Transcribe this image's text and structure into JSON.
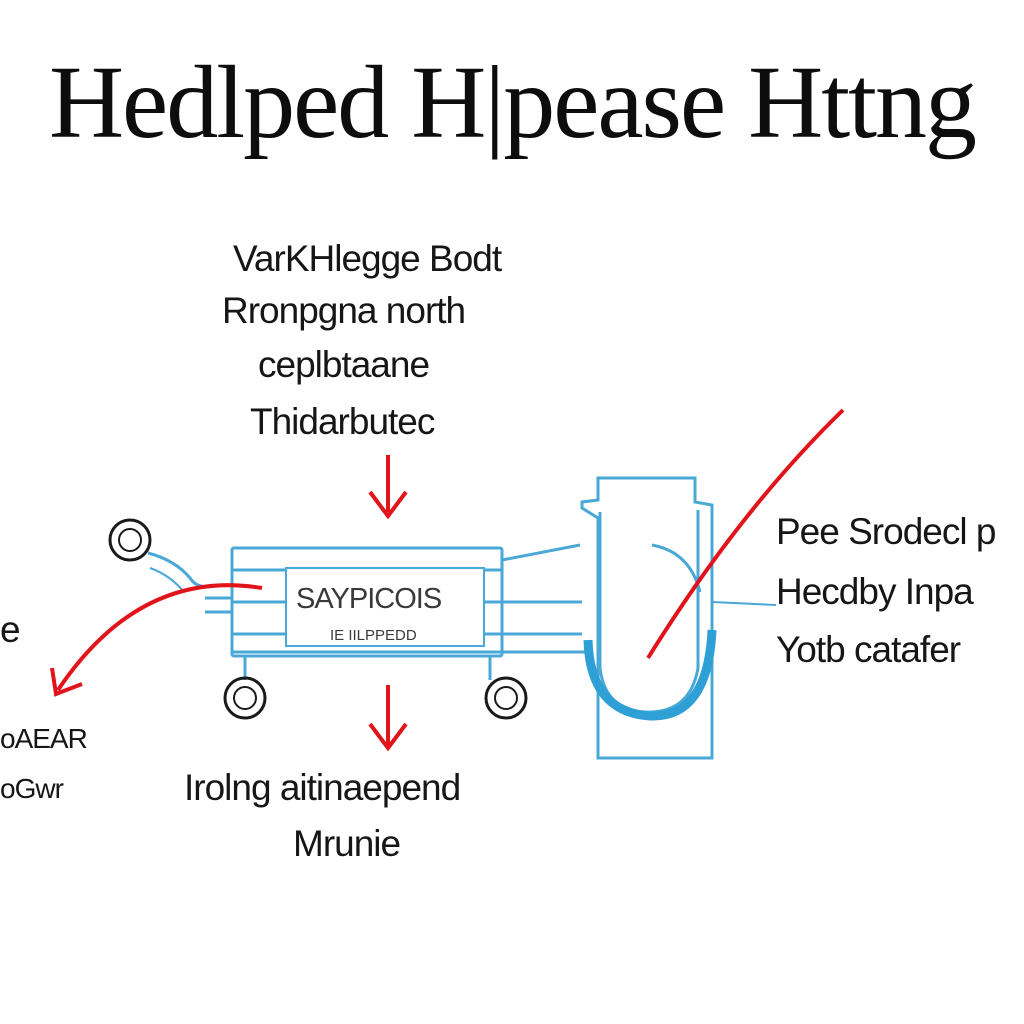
{
  "title": "Hedlped H|pease Httng",
  "labels": {
    "top_block": [
      "VarKHlegge Bodt",
      "Rronpgna north",
      "ceplbtaane",
      "Thidarbutec"
    ],
    "right_block": [
      "Pee Srodecl p",
      "Hecdby Inpa",
      "Yotb catafer"
    ],
    "bottom_block": [
      "Irolng aitinaepend",
      "Mrunie"
    ],
    "left_block": [
      "e",
      "oAEAR",
      "oGwr"
    ],
    "box_main": "SAYPICOIS",
    "box_sub": "IE IILPPEDD"
  },
  "colors": {
    "outline": "#4aa8d6",
    "arrow": "#e0141a",
    "water": "#2ea0d6",
    "ink": "#1a1a1a"
  },
  "icons": [
    "gauge-icon",
    "gauge-icon",
    "gauge-icon"
  ]
}
